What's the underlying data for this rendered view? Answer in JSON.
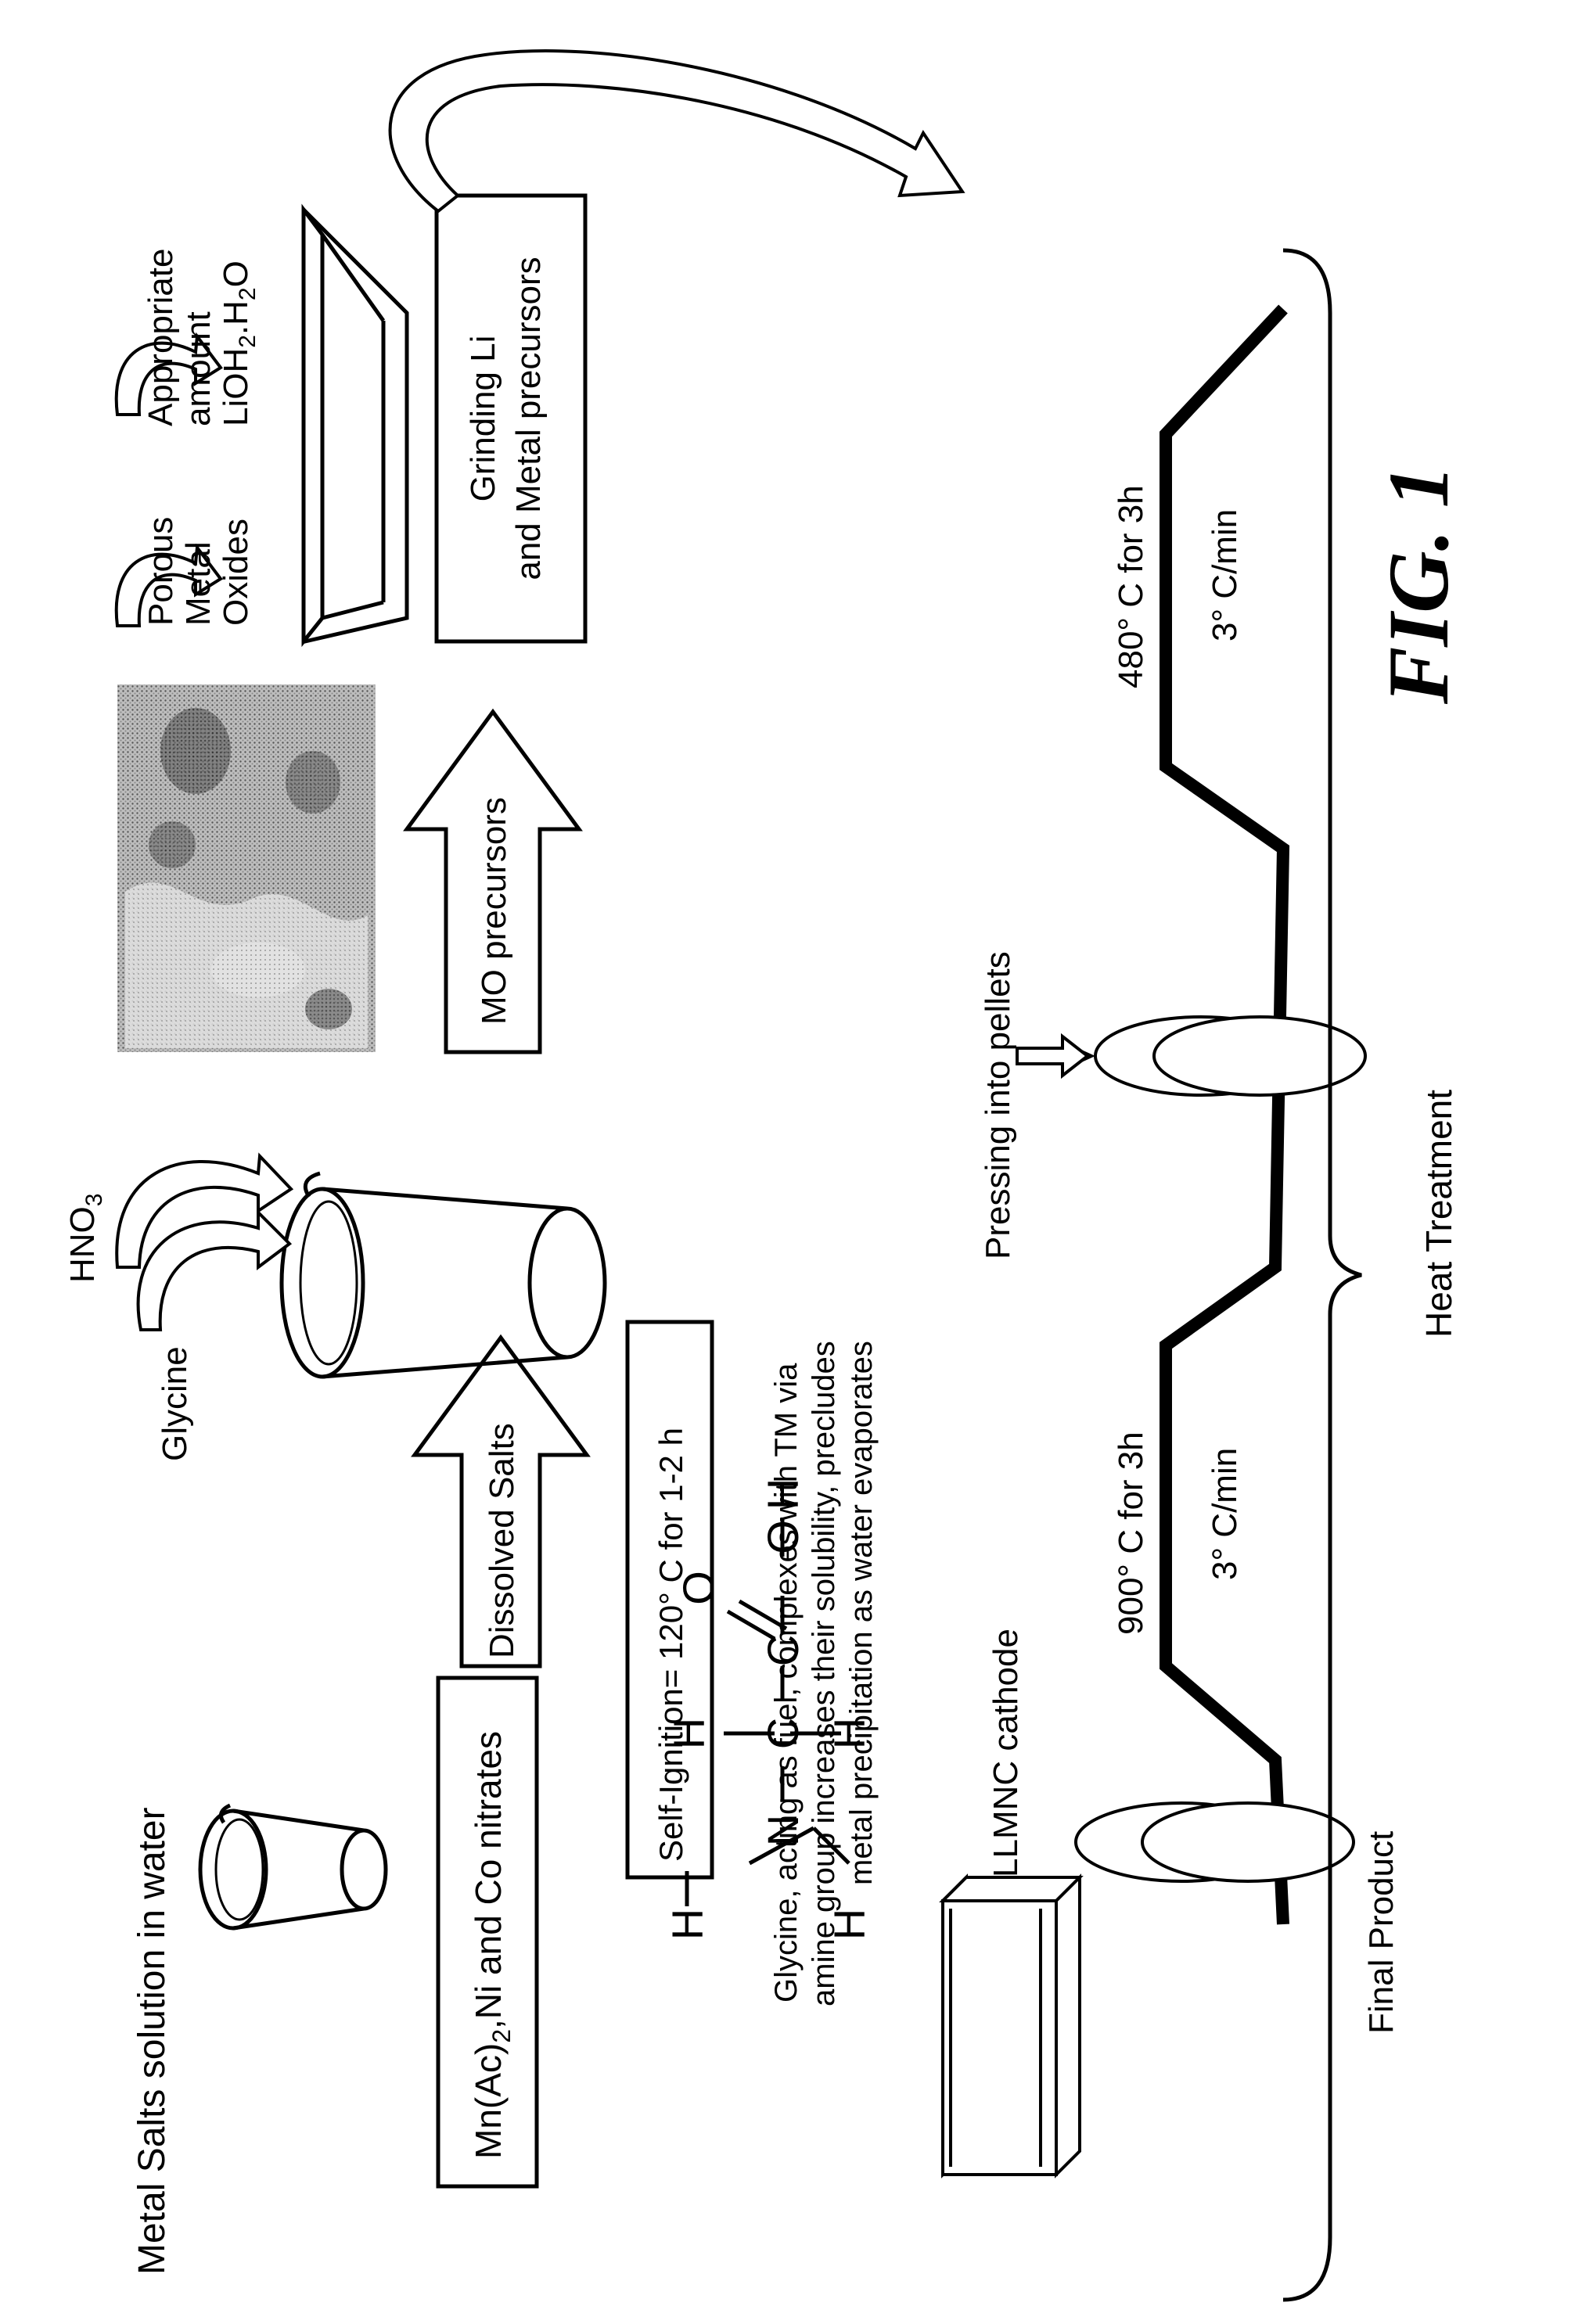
{
  "figure": {
    "caption": "FIG. 1"
  },
  "step1": {
    "beaker_label": "Metal Salts solution in water",
    "box_label_pre": "Mn(Ac)",
    "box_label_sub": "2",
    "box_label_post": ",Ni and Co nitrates"
  },
  "step2": {
    "arrow_label": "Dissolved Salts",
    "glycine_label": "Glycine",
    "hno3_pre": "HNO",
    "hno3_sub": "3"
  },
  "ignition": {
    "box_label": "Self-Ignition= 120° C for 1-2 h"
  },
  "glycine_note": {
    "lines": [
      "Glycine, acting as fuel, complexes with TM via",
      "amine group increases their solubility, precludes",
      "metal precipitation as water evaporates"
    ]
  },
  "molecule": {
    "atoms": [
      "H",
      "H",
      "H",
      "H",
      "H",
      "N",
      "C",
      "C",
      "O",
      "O"
    ]
  },
  "step3": {
    "arrow_label": "MO precursors",
    "sem_image": "sem-micrograph"
  },
  "step4": {
    "porous_lines": [
      "Porous",
      "Metal",
      "Oxides"
    ],
    "lioh_lines": [
      "Appropriate",
      "amount"
    ],
    "lioh_formula_a": "LiOH",
    "lioh_formula_sub": "2",
    "lioh_formula_b": ".H",
    "lioh_formula_sub2": "2",
    "lioh_formula_c": "O",
    "grinding_lines": [
      "Grinding Li",
      "and Metal precursors"
    ]
  },
  "heat": {
    "pressing_label": "Pressing into pellets",
    "temp1_label": "480° C for 3h",
    "rate1_label": "3° C/min",
    "temp2_label": "900° C for 3h",
    "rate2_label": "3° C/min",
    "section_label": "Heat Treatment",
    "cathode_label": "LLMNC cathode",
    "final_label": "Final Product"
  },
  "colors": {
    "ink": "#000000",
    "paper": "#ffffff",
    "sem_base": "#9a9a9a"
  }
}
